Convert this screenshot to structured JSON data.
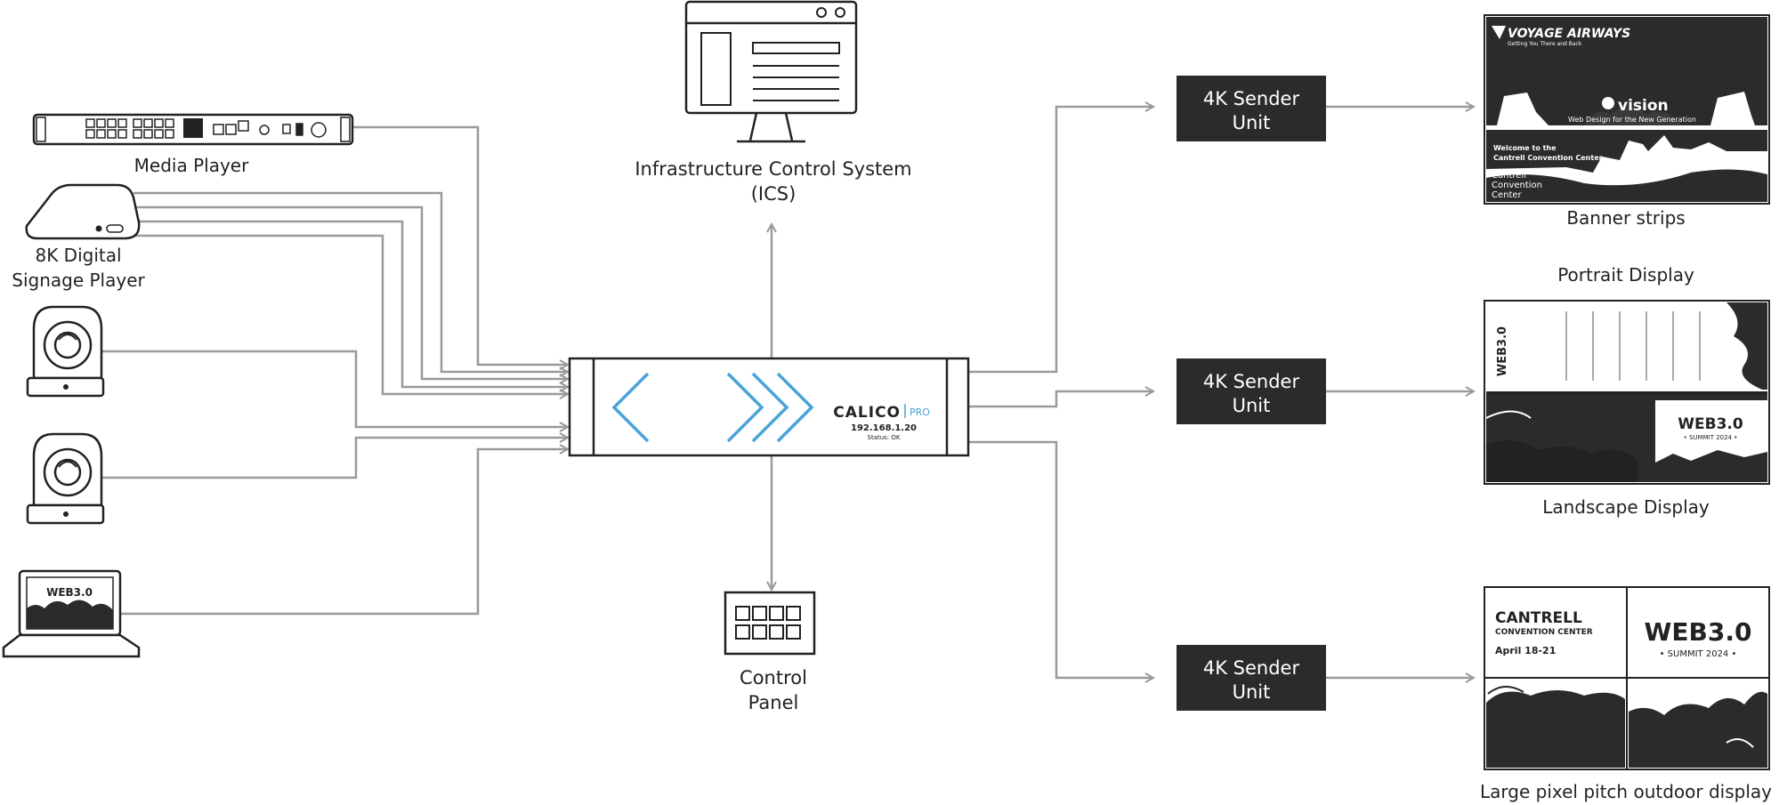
{
  "sources": {
    "media_player": "Media Player",
    "signage_player_line1": "8K Digital",
    "signage_player_line2": "Signage Player"
  },
  "ics": {
    "line1": "Infrastructure Control System",
    "line2": "(ICS)"
  },
  "control_panel": {
    "line1": "Control",
    "line2": "Panel"
  },
  "switcher": {
    "brand": "CALICO",
    "tier": "PRO",
    "ip": "192.168.1.20",
    "status": "Status: OK"
  },
  "senders": [
    {
      "line1": "4K Sender",
      "line2": "Unit"
    },
    {
      "line1": "4K Sender",
      "line2": "Unit"
    },
    {
      "line1": "4K Sender",
      "line2": "Unit"
    }
  ],
  "displays": {
    "banner": {
      "label": "Banner strips",
      "brand": "VOYAGE AIRWAYS",
      "brand_tagline": "Getting You There and Back",
      "vision_logo": "vision",
      "vision_tagline": "Web Design for the New Generation",
      "welcome_line1": "Welcome to the",
      "welcome_line2": "Cantrell Convention Center",
      "venue_line1": "Cantrell",
      "venue_line2": "Convention",
      "venue_line3": "Center"
    },
    "portrait_label": "Portrait Display",
    "landscape_label": "Landscape Display",
    "outdoor": {
      "label": "Large pixel pitch outdoor display",
      "venue_line1": "CANTRELL",
      "venue_line2": "CONVENTION CENTER",
      "dates": "April 18-21"
    },
    "web30_logo": "WEB3.0",
    "web30_sub": "• SUMMIT 2024 •"
  },
  "colors": {
    "accent": "#4aa3d8",
    "wire": "#9a9a9a",
    "dark": "#2b2b2b"
  }
}
